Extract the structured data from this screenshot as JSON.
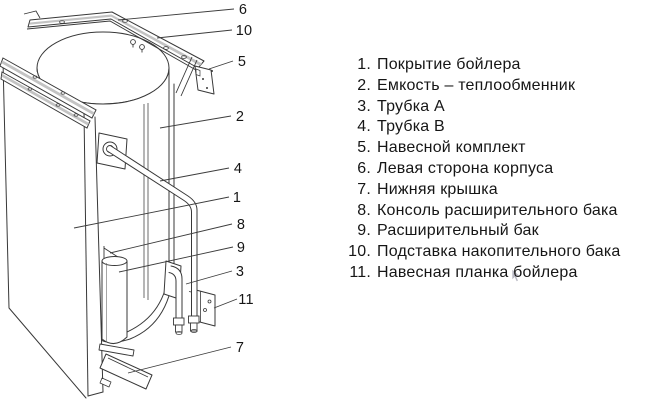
{
  "figure": {
    "type": "technical line drawing",
    "subject": "boiler assembly with numbered parts",
    "background": "#ffffff",
    "colors": {
      "line": "#383838",
      "rail_shade": "#c3c3c3",
      "text": "#161616"
    }
  },
  "diagram": {
    "callouts": [
      {
        "n": "6"
      },
      {
        "n": "10"
      },
      {
        "n": "5"
      },
      {
        "n": "2"
      },
      {
        "n": "4"
      },
      {
        "n": "1"
      },
      {
        "n": "8"
      },
      {
        "n": "9"
      },
      {
        "n": "3"
      },
      {
        "n": "11"
      },
      {
        "n": "7"
      }
    ]
  },
  "legend": {
    "items": [
      {
        "num": "1.",
        "label": "Покрытие бойлера"
      },
      {
        "num": "2.",
        "label": "Емкость – теплообменник"
      },
      {
        "num": "3.",
        "label": "Трубка A"
      },
      {
        "num": "4.",
        "label": "Трубка B"
      },
      {
        "num": "5.",
        "label": "Навесной комплект"
      },
      {
        "num": "6.",
        "label": "Левая сторона корпуса"
      },
      {
        "num": "7.",
        "label": "Нижняя крышка"
      },
      {
        "num": "8.",
        "label": "Консоль расширительного бака"
      },
      {
        "num": "9.",
        "label": "Расширительный бак"
      },
      {
        "num": "10.",
        "label": "Подставка накопительного бака"
      },
      {
        "num": "11.",
        "label": "Навесная планка бойлера"
      }
    ]
  }
}
